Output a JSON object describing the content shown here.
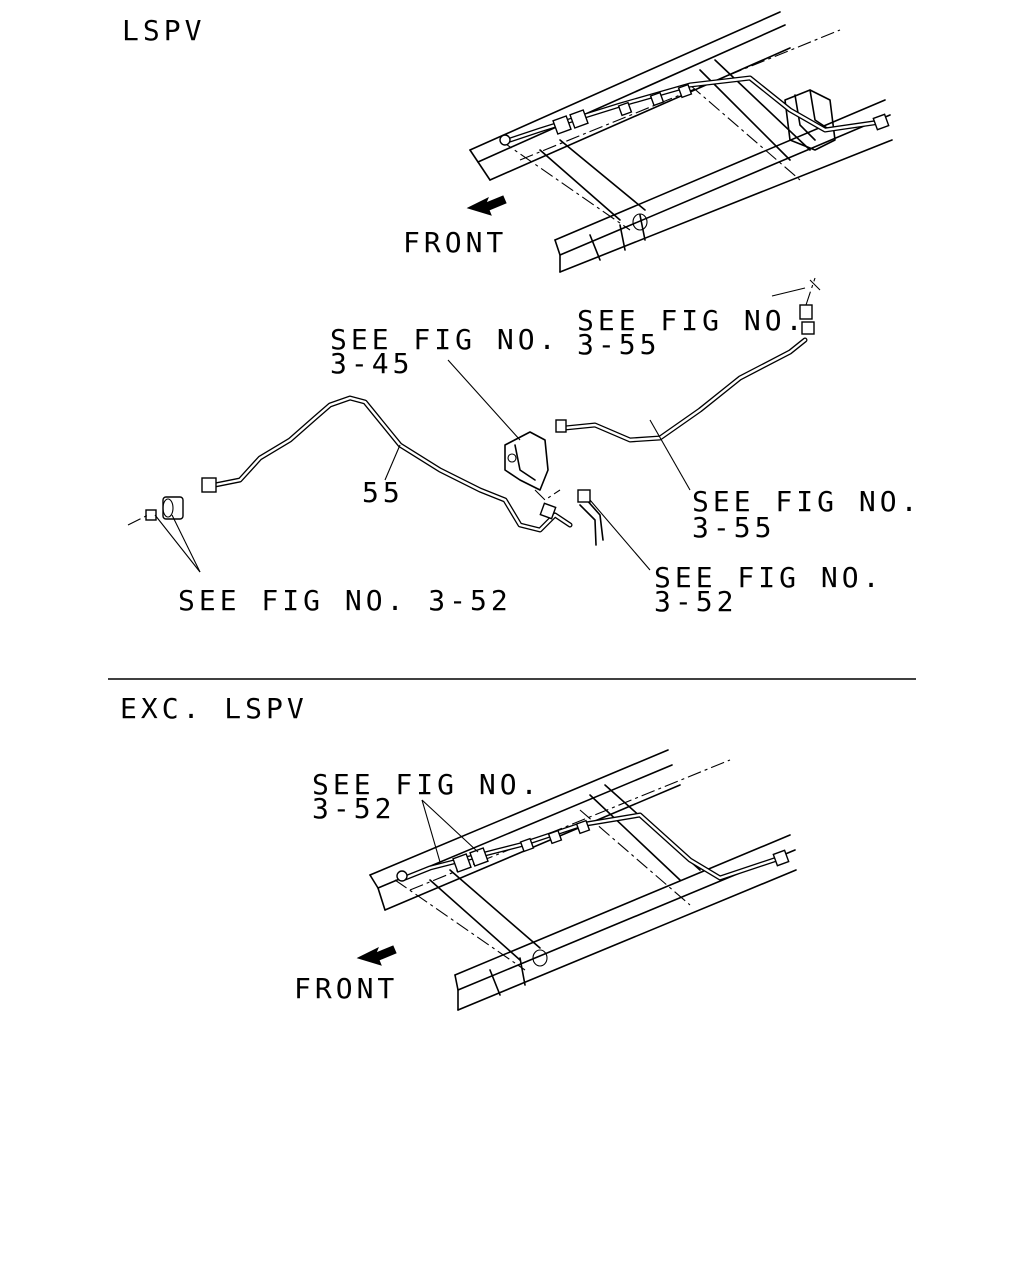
{
  "sections": {
    "lspv": {
      "title": "LSPV",
      "front_label": "FRONT",
      "callouts": {
        "fig_3_45_line1": "SEE FIG NO.",
        "fig_3_45_line2": "3-45",
        "fig_3_55_top_line1": "SEE FIG NO.",
        "fig_3_55_top_line2": "3-55",
        "fig_3_55_right_line1": "SEE FIG NO.",
        "fig_3_55_right_line2": "3-55",
        "fig_3_52_right_line1": "SEE FIG NO.",
        "fig_3_52_right_line2": "3-52",
        "fig_3_52_left": "SEE FIG NO. 3-52",
        "part_55": "55"
      }
    },
    "exc_lspv": {
      "title": "EXC. LSPV",
      "front_label": "FRONT",
      "callouts": {
        "fig_3_52_line1": "SEE FIG NO.",
        "fig_3_52_line2": "3-52"
      }
    }
  },
  "icons": {
    "front_arrow": "front-arrow-icon"
  }
}
